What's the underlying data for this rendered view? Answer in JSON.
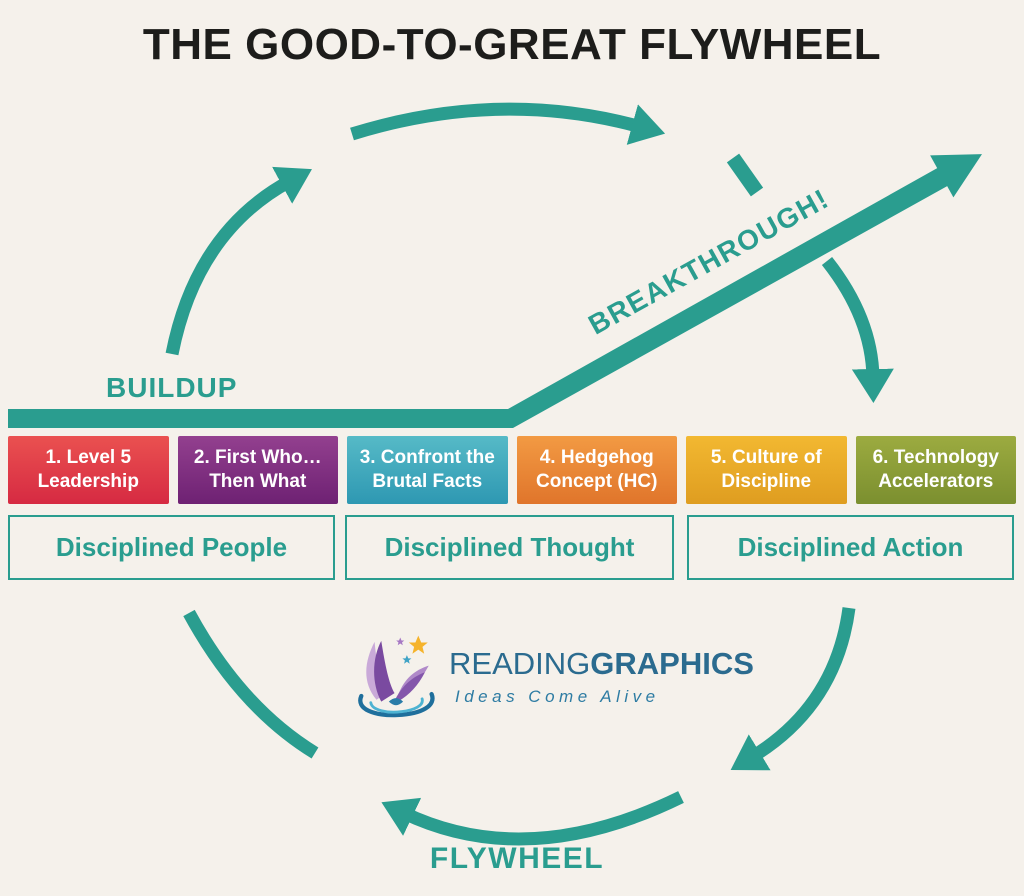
{
  "title": "THE GOOD-TO-GREAT FLYWHEEL",
  "labels": {
    "buildup": "BUILDUP",
    "breakthrough": "BREAKTHROUGH!",
    "flywheel": "FLYWHEEL"
  },
  "steps": [
    {
      "line1": "1. Level 5",
      "line2": "Leadership",
      "color_top": "#ea5150",
      "color_bottom": "#d62a42"
    },
    {
      "line1": "2. First Who…",
      "line2": "Then What",
      "color_top": "#93408f",
      "color_bottom": "#6e2173"
    },
    {
      "line1": "3. Confront the",
      "line2": "Brutal Facts",
      "color_top": "#56bac7",
      "color_bottom": "#2e98b2"
    },
    {
      "line1": "4. Hedgehog",
      "line2": "Concept (HC)",
      "color_top": "#f29a43",
      "color_bottom": "#e0752b"
    },
    {
      "line1": "5. Culture of",
      "line2": "Discipline",
      "color_top": "#f2b831",
      "color_bottom": "#df9d20"
    },
    {
      "line1": "6. Technology",
      "line2": "Accelerators",
      "color_top": "#9cab40",
      "color_bottom": "#7b8f2f"
    }
  ],
  "phases": [
    {
      "label": "Disciplined People"
    },
    {
      "label": "Disciplined Thought"
    },
    {
      "label": "Disciplined Action"
    }
  ],
  "logo": {
    "name_regular": "READING",
    "name_bold": "GRAPHICS",
    "tagline": "Ideas Come Alive"
  },
  "colors": {
    "teal": "#2a9d8f",
    "background": "#f5f1eb",
    "title_text": "#1d1d1b",
    "step_text": "#ffffff",
    "logo_blue": "#2b6b8f",
    "logo_tagline": "#2e7ca3",
    "logo_purple_dark": "#7a4aa0",
    "logo_purple_light": "#c9a9d8",
    "logo_star_yellow": "#f5b32b",
    "logo_swirl_dark": "#1f6f9c",
    "logo_swirl_light": "#4db3d2"
  }
}
